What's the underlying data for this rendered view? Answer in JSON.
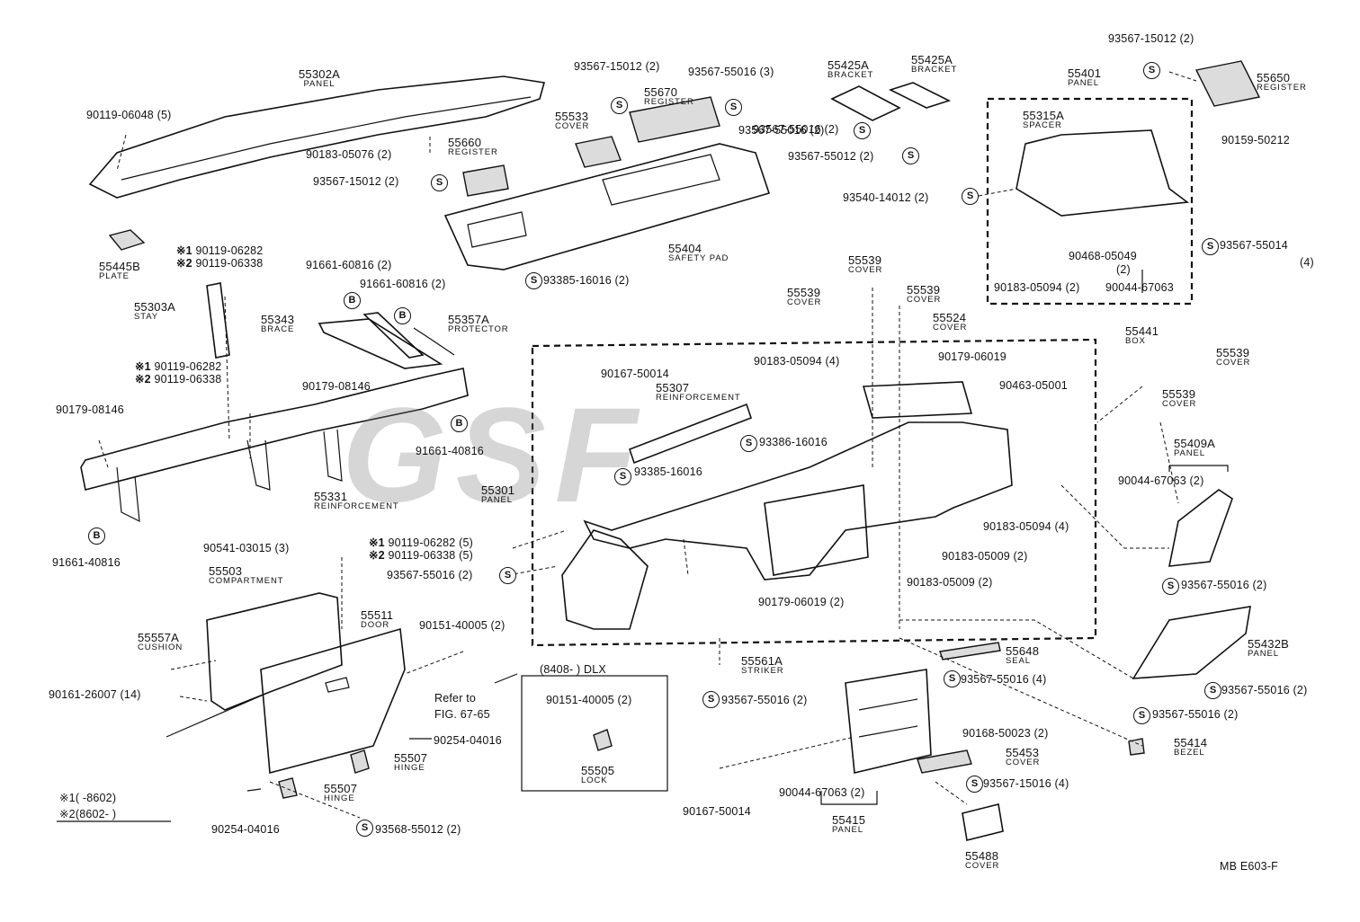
{
  "diagram_code": "MB E603-F",
  "legend": {
    "note1": "※1(       -8602)",
    "note2": "※2(8602-       )"
  },
  "symbols": {
    "s": "S",
    "b": "B"
  },
  "variant": {
    "code": "(8408-       ) DLX"
  },
  "refer": {
    "line1": "Refer to",
    "line2": "FIG. 67-65"
  },
  "watermark": {
    "letters": "GSF"
  },
  "labels": {
    "l55302A": {
      "pn": "55302A",
      "name": "PANEL"
    },
    "l90119_06048": {
      "pn": "90119-06048 (5)"
    },
    "l90183_05076": {
      "pn": "90183-05076 (2)"
    },
    "l55660": {
      "pn": "55660",
      "name": "REGISTER"
    },
    "l93567_15012a": {
      "pn": "93567-15012 (2)"
    },
    "l55445B": {
      "pn": "55445B",
      "name": "PLATE"
    },
    "l90119_06282a": {
      "pn": "90119-06282"
    },
    "l90119_06338a": {
      "pn": "90119-06338"
    },
    "l55303A": {
      "pn": "55303A",
      "name": "STAY"
    },
    "l90119_06282b": {
      "pn": "90119-06282"
    },
    "l90119_06338b": {
      "pn": "90119-06338"
    },
    "l91661_60816a": {
      "pn": "91661-60816 (2)"
    },
    "l91661_60816b": {
      "pn": "91661-60816 (2)"
    },
    "l55343": {
      "pn": "55343",
      "name": "BRACE"
    },
    "l55357A": {
      "pn": "55357A",
      "name": "PROTECTOR"
    },
    "l90179_08146a": {
      "pn": "90179-08146"
    },
    "l90179_08146b": {
      "pn": "90179-08146"
    },
    "l91661_40816a": {
      "pn": "91661-40816"
    },
    "l55331": {
      "pn": "55331",
      "name": "REINFORCEMENT"
    },
    "l91661_40816b": {
      "pn": "91661-40816"
    },
    "l93567_15012b": {
      "pn": "93567-15012 (2)"
    },
    "l93567_55016a": {
      "pn": "93567-55016 (3)"
    },
    "l55670": {
      "pn": "55670",
      "name": "REGISTER"
    },
    "l55533": {
      "pn": "55533",
      "name": "COVER"
    },
    "l93567_55016b": {
      "pn": "93567-55016 (2)"
    },
    "l55404": {
      "pn": "55404",
      "name": "SAFETY PAD"
    },
    "l93385_16016a": {
      "pn": "93385-16016 (2)"
    },
    "l55425Aa": {
      "pn": "55425A",
      "name": "BRACKET"
    },
    "l55425Ab": {
      "pn": "55425A",
      "name": "BRACKET"
    },
    "l93567_55016c": {
      "pn": "93567-55016 (2)"
    },
    "l93567_55012a": {
      "pn": "93567-55012 (2)"
    },
    "l93567_15012c": {
      "pn": "93567-15012 (2)"
    },
    "l55650": {
      "pn": "55650",
      "name": "REGISTER"
    },
    "l55401": {
      "pn": "55401",
      "name": "PANEL"
    },
    "l55315A": {
      "pn": "55315A",
      "name": "SPACER"
    },
    "l90159_50212": {
      "pn": "90159-50212"
    },
    "l93540_14012": {
      "pn": "93540-14012 (2)"
    },
    "l93567_55014": {
      "pn": "93567-55014"
    },
    "l93567_55014q": {
      "pn": "(4)"
    },
    "l90468_05049": {
      "pn": "90468-05049"
    },
    "l90468_05049q": {
      "pn": "(2)"
    },
    "l90183_05094a": {
      "pn": "90183-05094 (2)"
    },
    "l90044_67063a": {
      "pn": "90044-67063"
    },
    "l55539a": {
      "pn": "55539",
      "name": "COVER"
    },
    "l55539b": {
      "pn": "55539",
      "name": "COVER"
    },
    "l55539c": {
      "pn": "55539",
      "name": "COVER"
    },
    "l55524": {
      "pn": "55524",
      "name": "COVER"
    },
    "l55441": {
      "pn": "55441",
      "name": "BOX"
    },
    "l55539d": {
      "pn": "55539",
      "name": "COVER"
    },
    "l55539e": {
      "pn": "55539",
      "name": "COVER"
    },
    "l90167_50014a": {
      "pn": "90167-50014"
    },
    "l55307": {
      "pn": "55307",
      "name": "REINFORCEMENT"
    },
    "l90183_05094b": {
      "pn": "90183-05094 (4)"
    },
    "l90179_06019a": {
      "pn": "90179-06019"
    },
    "l90463_05001": {
      "pn": "90463-05001"
    },
    "l93386_16016": {
      "pn": "93386-16016"
    },
    "l93385_16016b": {
      "pn": "93385-16016"
    },
    "l55301": {
      "pn": "55301",
      "name": "PANEL"
    },
    "l55409A": {
      "pn": "55409A",
      "name": "PANEL"
    },
    "l90044_67063b": {
      "pn": "90044-67063 (2)"
    },
    "l90183_05094c": {
      "pn": "90183-05094 (4)"
    },
    "l90183_05009a": {
      "pn": "90183-05009 (2)"
    },
    "l90183_05009b": {
      "pn": "90183-05009 (2)"
    },
    "l93567_55016d": {
      "pn": "93567-55016 (2)"
    },
    "l90179_06019b": {
      "pn": "90179-06019 (2)"
    },
    "l90541_03015": {
      "pn": "90541-03015 (3)"
    },
    "l90119_06282c": {
      "pn": "90119-06282 (5)"
    },
    "l90119_06338c": {
      "pn": "90119-06338 (5)"
    },
    "l93567_55016e": {
      "pn": "93567-55016 (2)"
    },
    "l55503": {
      "pn": "55503",
      "name": "COMPARTMENT"
    },
    "l55511": {
      "pn": "55511",
      "name": "DOOR"
    },
    "l55557A": {
      "pn": "55557A",
      "name": "CUSHION"
    },
    "l90161_26007": {
      "pn": "90161-26007 (14)"
    },
    "l90151_40005a": {
      "pn": "90151-40005 (2)"
    },
    "l90151_40005b": {
      "pn": "90151-40005 (2)"
    },
    "l55505": {
      "pn": "55505",
      "name": "LOCK"
    },
    "l90254_04016a": {
      "pn": "90254-04016"
    },
    "l55507a": {
      "pn": "55507",
      "name": "HINGE"
    },
    "l55507b": {
      "pn": "55507",
      "name": "HINGE"
    },
    "l90254_04016b": {
      "pn": "90254-04016"
    },
    "l93568_55012": {
      "pn": "93568-55012 (2)"
    },
    "l55561A": {
      "pn": "55561A",
      "name": "STRIKER"
    },
    "l93567_55016f": {
      "pn": "93567-55016 (2)"
    },
    "l55648": {
      "pn": "55648",
      "name": "SEAL"
    },
    "l93567_55016g": {
      "pn": "93567-55016 (4)"
    },
    "l90168_50023": {
      "pn": "90168-50023 (2)"
    },
    "l55453": {
      "pn": "55453",
      "name": "COVER"
    },
    "l90167_50014b": {
      "pn": "90167-50014"
    },
    "l90044_67063c": {
      "pn": "90044-67063 (2)"
    },
    "l55415": {
      "pn": "55415",
      "name": "PANEL"
    },
    "l93567_15016": {
      "pn": "93567-15016 (4)"
    },
    "l55488": {
      "pn": "55488",
      "name": "COVER"
    },
    "l55432B": {
      "pn": "55432B",
      "name": "PANEL"
    },
    "l93567_55016h": {
      "pn": "93567-55016 (2)"
    },
    "l93567_55016i": {
      "pn": "93567-55016 (2)"
    },
    "l55414": {
      "pn": "55414",
      "name": "BEZEL"
    }
  }
}
